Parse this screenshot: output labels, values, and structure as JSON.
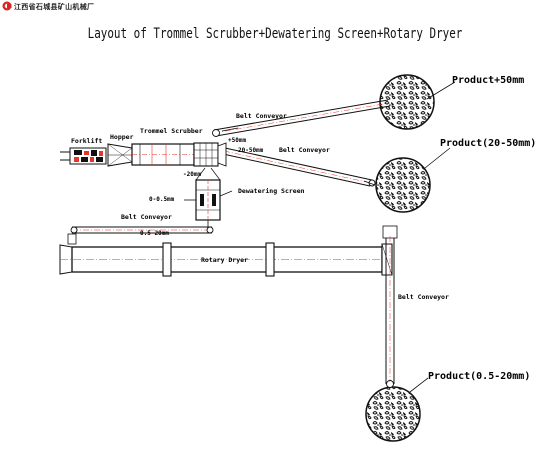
{
  "header": {
    "company": "江西省石城县矿山机械厂",
    "title": "Layout of Trommel Scrubber+Dewatering Screen+Rotary Dryer"
  },
  "labels": {
    "product_50": "Product+50mm",
    "product_20_50": "Product(20-50mm)",
    "product_05_20": "Product(0.5-20mm)",
    "belt_conveyor_top": "Belt Conveyor",
    "belt_conveyor_mid": "Belt Conveyor",
    "belt_conveyor_feed": "Belt Conveyor",
    "belt_conveyor_vertical": "Belt Conveyor",
    "forklift": "Forklift",
    "hopper": "Hopper",
    "trommel": "Trommel Scrubber",
    "plus50": "+50mm",
    "size20_50": "20-50mm",
    "minus20": "-20mm",
    "zero_05": "0-0.5mm",
    "dewatering": "Dewatering Screen",
    "size05_20": "0.5-20mm",
    "rotary_dryer": "Rotary Dryer"
  },
  "colors": {
    "line": "#222222",
    "accent": "#e8342c",
    "logo": "#d9251d"
  }
}
